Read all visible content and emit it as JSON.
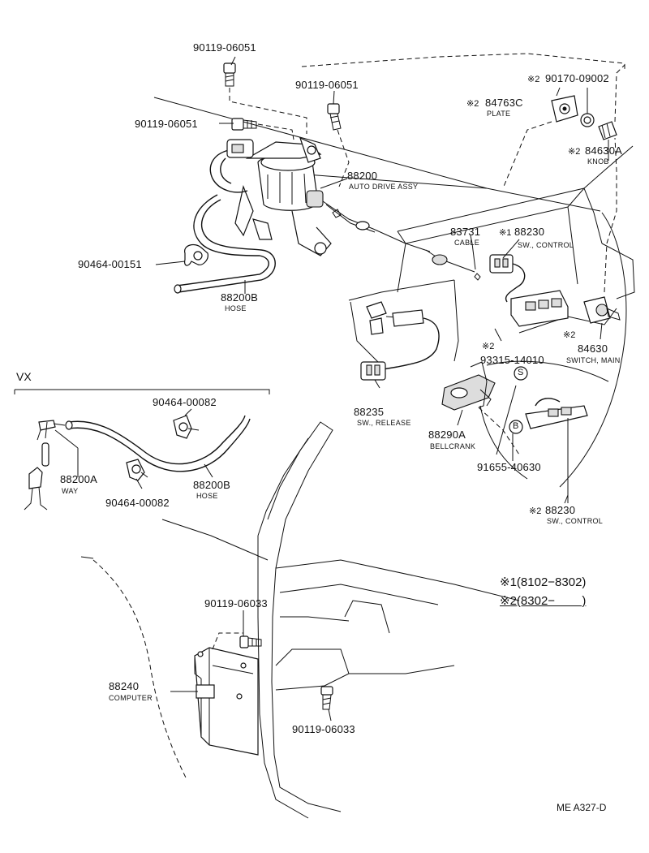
{
  "parts": {
    "bolt_top_left": {
      "number": "90119-06051"
    },
    "bolt_top_mid": {
      "number": "90119-06051"
    },
    "bolt_left": {
      "number": "90119-06051"
    },
    "auto_drive": {
      "number": "88200",
      "name": "AUTO DRIVE ASSY"
    },
    "clamp_upper": {
      "number": "90464-00151"
    },
    "hose_upper": {
      "number": "88200B",
      "name": "HOSE"
    },
    "cable": {
      "number": "83731",
      "name": "CABLE"
    },
    "sw_control_1": {
      "mark": "※1",
      "number": "88230",
      "name": "SW., CONTROL"
    },
    "plate": {
      "mark": "※2",
      "number": "84763C",
      "name": "PLATE"
    },
    "nut": {
      "mark": "※2",
      "number": "90170-09002"
    },
    "knob": {
      "mark": "※2",
      "number": "84630A",
      "name": "KNOB"
    },
    "switch_main": {
      "mark": "※2",
      "number": "84630",
      "name": "SWITCH, MAIN"
    },
    "screw_93315": {
      "mark": "※2",
      "number": "93315-14010"
    },
    "sw_release": {
      "number": "88235",
      "name": "SW., RELEASE"
    },
    "bellcrank": {
      "number": "88290A",
      "name": "BELLCRANK"
    },
    "screw_91655": {
      "number": "91655-40630"
    },
    "sw_control_2": {
      "mark": "※2",
      "number": "88230",
      "name": "SW., CONTROL"
    },
    "clamp_vx_upper": {
      "number": "90464-00082"
    },
    "clamp_vx_lower": {
      "number": "90464-00082"
    },
    "way": {
      "number": "88200A",
      "name": "WAY"
    },
    "hose_vx": {
      "number": "88200B",
      "name": "HOSE"
    },
    "bolt_computer_upper": {
      "number": "90119-06033"
    },
    "bolt_computer_lower": {
      "number": "90119-06033"
    },
    "computer": {
      "number": "88240",
      "name": "COMPUTER"
    }
  },
  "callouts": {
    "s": "S",
    "b": "B"
  },
  "vx_label": "VX",
  "legend": [
    {
      "mark": "※1",
      "range": "(8102−8302)"
    },
    {
      "mark": "※2",
      "range": "(8302−        )"
    }
  ],
  "diagram_code": "ME A327-D",
  "colors": {
    "ink": "#111111",
    "paper": "#ffffff"
  }
}
